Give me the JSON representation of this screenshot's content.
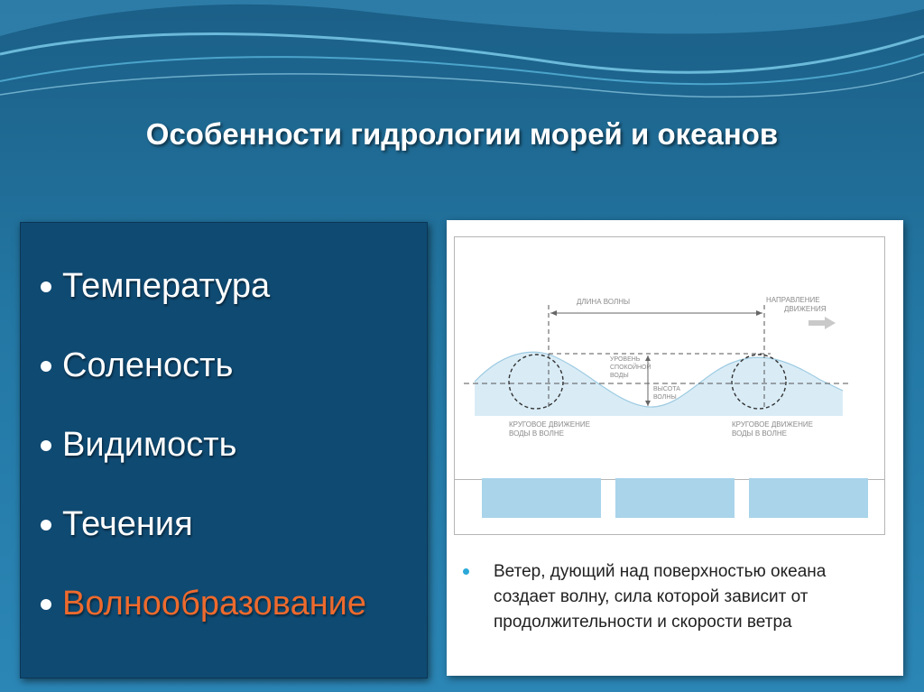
{
  "slide": {
    "title": "Особенности гидрологии морей и океанов",
    "bullets": [
      {
        "label": "Температура",
        "highlight": false
      },
      {
        "label": "Соленость",
        "highlight": false
      },
      {
        "label": "Видимость",
        "highlight": false
      },
      {
        "label": "Течения",
        "highlight": false
      },
      {
        "label": "Волнообразование",
        "highlight": true
      }
    ],
    "highlight_color": "#ee6a2d"
  },
  "diagram": {
    "wavelength_label": "ДЛИНА ВОЛНЫ",
    "direction_label_1": "НАПРАВЛЕНИЕ",
    "direction_label_2": "ДВИЖЕНИЯ",
    "calm_level_1": "УРОВЕНЬ",
    "calm_level_2": "СПОКОЙНОЙ",
    "calm_level_3": "ВОДЫ",
    "wave_height_1": "ВЫСОТА",
    "wave_height_2": "ВОЛНЫ",
    "circular_left_1": "КРУГОВОЕ ДВИЖЕНИЕ",
    "circular_left_2": "ВОДЫ В ВОЛНЕ",
    "circular_right_1": "КРУГОВОЕ ДВИЖЕНИЕ",
    "circular_right_2": "ВОДЫ В ВОЛНЕ"
  },
  "caption": {
    "text": "Ветер, дующий над поверхностью океана создает волну, сила которой зависит от продолжительности и скорости ветра"
  }
}
